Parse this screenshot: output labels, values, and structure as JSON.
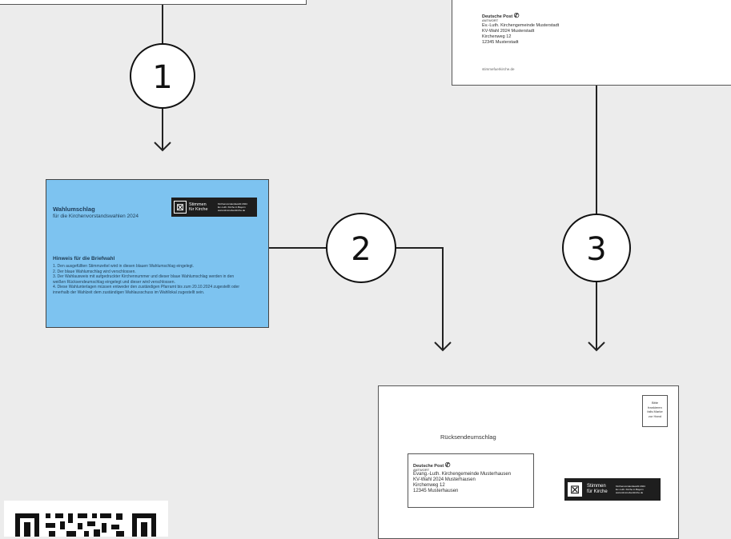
{
  "top_envelope": {
    "post_logo": "Deutsche Post",
    "post_sub": "ANTWORT",
    "lines": [
      "Ev.-Luth. Kirchengemeinde Musterstadt",
      "KV-Wahl 2024 Musterstadt",
      "Kirchenweg 12",
      "12345 Musterstadt"
    ],
    "footer": "stimmefuerkirche.de"
  },
  "ballot_envelope": {
    "title": "Wahlumschlag",
    "subtitle": "für die Kirchenvorstandswahlen 2024",
    "notes_title": "Hinweis für die Briefwahl",
    "notes": [
      "1. Den ausgefüllten Stimmzettel wird in diesen blauen Wahlumschlag eingelegt.",
      "2. Der blaue Wahlumschlag wird verschlossen.",
      "3. Der Wahlausweis mit aufgedruckter Kirchennummer und dieser blaue Wahlumschlag werden in den weißen Rücksendeumschlag eingelegt und dieser wird verschlossen.",
      "4. Diese Wahlunterlagen müssen entweder den zuständigen Pfarramt bis zum 20.10.2024 zugestellt oder innerhalb der Wahlzeit dem zuständigen Wahlausschuss im Wahllokal zugestellt sein."
    ]
  },
  "return_envelope": {
    "title": "Rücksendeumschlag",
    "stamp": [
      "Bitte",
      "frankieren",
      "falls Marke",
      "zur Hand"
    ],
    "post_logo": "Deutsche Post",
    "post_sub": "ANTWORT",
    "lines": [
      "Evang.-Luth. Kirchengemeinde Musterhausen",
      "KV-Wahl 2024 Musterhausen",
      "Kirchenweg 12",
      "12345 Musterhausen"
    ]
  },
  "brand": {
    "line1": "Stimmen",
    "line2": "für Kirche",
    "info": "Kirchenvorstandswahl 2024",
    "info2": "Ev.-Luth. Kirche in Bayern",
    "url": "www.stimmefuerkirche.de"
  },
  "steps": [
    "1",
    "2",
    "3"
  ]
}
